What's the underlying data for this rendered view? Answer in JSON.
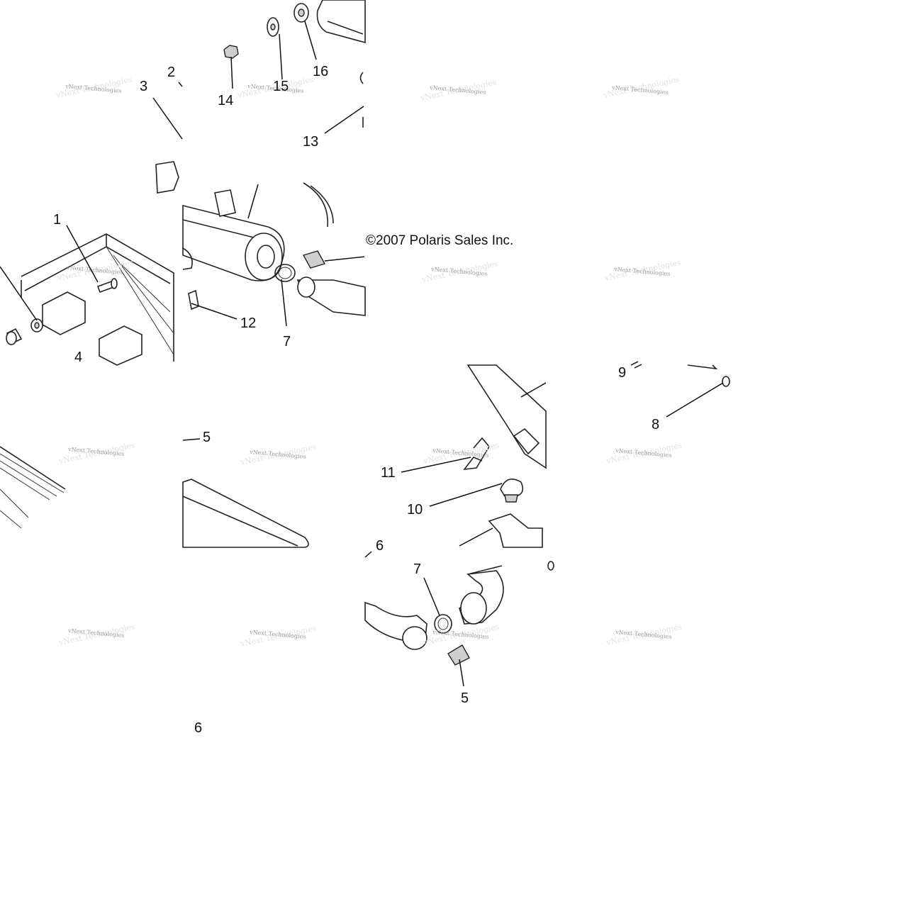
{
  "diagram": {
    "copyright": "©2007 Polaris Sales Inc.",
    "watermark": "vNext Technologies",
    "callouts": [
      "1",
      "2",
      "3",
      "4",
      "5",
      "5",
      "5",
      "6",
      "6",
      "7",
      "7",
      "7",
      "8",
      "9",
      "10",
      "11",
      "12",
      "13",
      "14",
      "15",
      "16"
    ]
  }
}
